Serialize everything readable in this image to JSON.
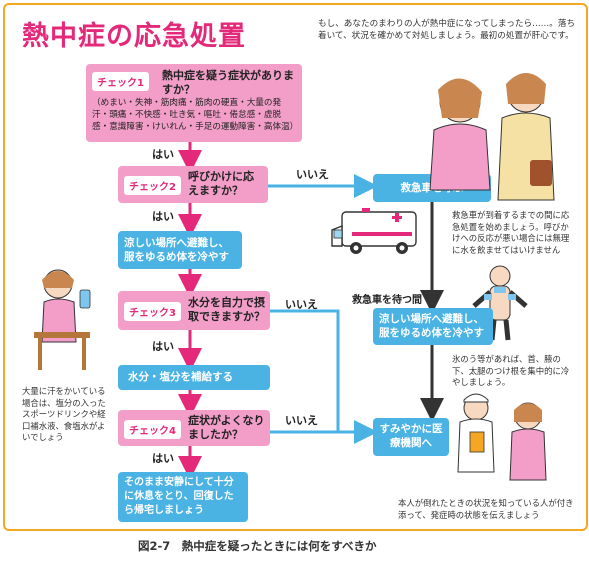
{
  "title": "熱中症の応急処置",
  "intro": "もし、あなたのまわりの人が熱中症になってしまったら……。落ち着いて、状況を確かめて対処しましょう。最初の処置が肝心です。",
  "check1": {
    "badge": "チェック1",
    "question": "熱中症を疑う症状がありますか？",
    "symptoms": "（めまい・失神・筋肉痛・筋肉の硬直・大量の発汗・頭痛・不快感・吐き気・嘔吐・倦怠感・虚脱感・意識障害・けいれん・手足の運動障害・高体温）"
  },
  "check2": {
    "badge": "チェック2",
    "question": "呼びかけに応えますか？"
  },
  "check3": {
    "badge": "チェック3",
    "question": "水分を自力で摂取できますか？"
  },
  "check4": {
    "badge": "チェック4",
    "question": "症状がよくなりましたか？"
  },
  "yes_label": "はい",
  "no_label": "いいえ",
  "actions": {
    "cool_left": "涼しい場所へ避難し、服をゆるめ体を冷やす",
    "hydrate": "水分・塩分を補給する",
    "rest": "そのまま安静にして十分に休息をとり、回復したら帰宅しましょう",
    "call": "救急車を呼ぶ",
    "cool_right": "涼しい場所へ避難し、服をゆるめ体を冷やす",
    "hospital": "すみやかに医療機関へ"
  },
  "wait_label": "救急車を待つ間",
  "notes": {
    "ambulance": "救急車が到着するまでの間に応急処置を始めましょう。呼びかけへの反応が悪い場合には無理に水を飲ませてはいけません",
    "ice": "氷のう等があれば、首、腋の下、太腿のつけ根を集中的に冷やしましょう。",
    "sweat": "大量に汗をかいている場合は、塩分の入ったスポーツドリンクや経口補水液、食塩水がよいでしょう",
    "hospital": "本人が倒れたときの状況を知っている人が付き添って、発症時の状態を伝えましょう"
  },
  "caption": "図2-7　熱中症を疑ったときには何をすべきか",
  "colors": {
    "pink": "#f29ec8",
    "blue": "#4ab3e4",
    "accent": "#e4287a",
    "border": "#f5a623"
  },
  "icons": [
    "ambulance-icon",
    "girl-drinking-icon",
    "cooling-body-icon",
    "nurse-icon",
    "caring-woman-icon"
  ]
}
